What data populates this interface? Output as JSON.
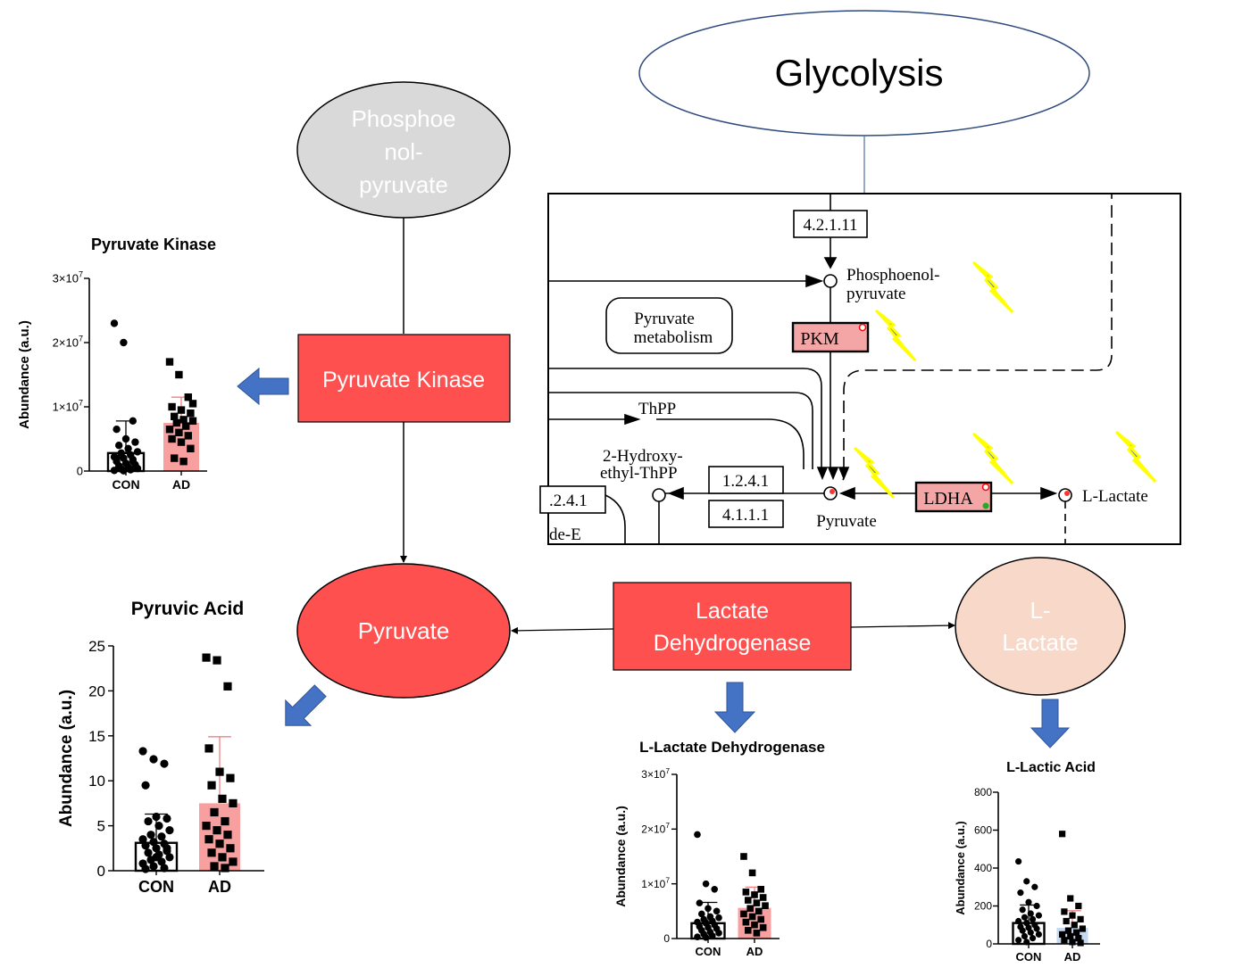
{
  "title": "Glycolysis",
  "nodes": {
    "pep": "Phosphoe\nnol-\npyruvate",
    "pyruvate_kinase": "Pyruvate Kinase",
    "pyruvate": "Pyruvate",
    "ldh": "Lactate\nDehydrogenase",
    "lactate": "L-\nLactate"
  },
  "kegg": {
    "ec_4_2_1_11": "4.2.1.11",
    "pep_label_1": "Phosphoenol-",
    "pep_label_2": "pyruvate",
    "pkm": "PKM",
    "pyruvate_metabolism_1": "Pyruvate",
    "pyruvate_metabolism_2": "metabolism",
    "thpp": "ThPP",
    "hydroxy_1": "2-Hydroxy-",
    "hydroxy_2": "ethyl-ThPP",
    "ec_1_2_4_1": "1.2.4.1",
    "ec_1_2_4_1_cut": ".2.4.1",
    "ec_4_1_1_1": "4.1.1.1",
    "pyruvate": "Pyruvate",
    "ldha": "LDHA",
    "l_lactate": "L-Lactate",
    "de_e": "de-E"
  },
  "colors": {
    "enzyme_red": "#ff5050",
    "pep_gray": "#d9d9d9",
    "lactate_peach": "#f8d8c8",
    "arrow_blue": "#4472c4",
    "kegg_pink": "#f4a6a6",
    "bolt_yellow": "#ffff00",
    "bolt_blue": "#4472c4",
    "ad_bar": "#f8a0a0",
    "lactic_ad_bar": "#c5daf0"
  },
  "chart_data": [
    {
      "id": "pk",
      "type": "bar",
      "title": "Pyruvate Kinase",
      "ylabel": "Abundance (a.u.)",
      "categories": [
        "CON",
        "AD"
      ],
      "values": [
        2800000,
        7500000
      ],
      "errors": [
        5000000,
        4000000
      ],
      "ylim": [
        0,
        30000000
      ],
      "yticks": [
        0,
        10000000,
        20000000,
        30000000
      ],
      "ytick_labels": [
        "0",
        "1×10",
        "2×10",
        "3×10"
      ],
      "ytick_exponents": [
        "",
        "7",
        "7",
        "7"
      ],
      "points": {
        "CON": [
          23000000,
          20000000,
          7800000,
          6500000,
          5000000,
          4500000,
          4000000,
          3500000,
          3000000,
          2800000,
          2500000,
          2200000,
          2000000,
          1800000,
          1500000,
          1200000,
          1000000,
          800000,
          600000,
          400000,
          300000,
          200000,
          100000,
          50000,
          1500000,
          2000000
        ],
        "AD": [
          17000000,
          15000000,
          11500000,
          10000000,
          9500000,
          9000000,
          8500000,
          8000000,
          7800000,
          7500000,
          7000000,
          6500000,
          6000000,
          5500000,
          5000000,
          4500000,
          3500000,
          2000000,
          1500000,
          10500000
        ]
      }
    },
    {
      "id": "pa",
      "type": "bar",
      "title": "Pyruvic Acid",
      "ylabel": "Abundance (a.u.)",
      "categories": [
        "CON",
        "AD"
      ],
      "values": [
        3.1,
        7.5
      ],
      "errors": [
        3.2,
        7.4
      ],
      "ylim": [
        0,
        25
      ],
      "yticks": [
        0,
        5,
        10,
        15,
        20,
        25
      ],
      "ytick_labels": [
        "0",
        "5",
        "10",
        "15",
        "20",
        "25"
      ],
      "ytick_exponents": [
        "",
        "",
        "",
        "",
        "",
        ""
      ],
      "points": {
        "CON": [
          13.3,
          12.4,
          11.9,
          9.5,
          6,
          5.8,
          5.5,
          5,
          4.5,
          4,
          3.8,
          3.5,
          3.2,
          3,
          2.8,
          2.5,
          2.2,
          2,
          1.8,
          1.5,
          1.2,
          1,
          0.8,
          0.5,
          0.3,
          0.2,
          1.5,
          2.5
        ],
        "AD": [
          23.7,
          23.4,
          20.5,
          13.6,
          11,
          10.3,
          9.5,
          8,
          7.5,
          6.5,
          5.5,
          5,
          4.5,
          4,
          3.5,
          3,
          2.5,
          2,
          1.5,
          1,
          0.5,
          0.3
        ]
      }
    },
    {
      "id": "ldh",
      "type": "bar",
      "title": "L-Lactate Dehydrogenase",
      "ylabel": "Abundance (a.u.)",
      "categories": [
        "CON",
        "AD"
      ],
      "values": [
        2800000,
        5600000
      ],
      "errors": [
        3800000,
        3800000
      ],
      "ylim": [
        0,
        30000000
      ],
      "yticks": [
        0,
        10000000,
        20000000,
        30000000
      ],
      "ytick_labels": [
        "0",
        "1×10",
        "2×10",
        "3×10"
      ],
      "ytick_exponents": [
        "",
        "7",
        "7",
        "7"
      ],
      "points": {
        "CON": [
          19000000,
          10000000,
          9000000,
          6500000,
          5500000,
          5000000,
          4500000,
          4000000,
          3800000,
          3500000,
          3200000,
          3000000,
          2800000,
          2500000,
          2200000,
          2000000,
          1800000,
          1500000,
          1200000,
          1000000,
          800000,
          500000,
          300000,
          200000
        ],
        "AD": [
          15000000,
          12000000,
          9000000,
          8500000,
          8000000,
          7500000,
          7000000,
          6500000,
          6000000,
          5500000,
          5000000,
          4500000,
          4000000,
          3500000,
          3000000,
          2500000,
          2000000,
          1500000,
          1000000
        ]
      }
    },
    {
      "id": "la",
      "type": "bar",
      "title": "L-Lactic Acid",
      "ylabel": "Abundance (a.u.)",
      "categories": [
        "CON",
        "AD"
      ],
      "values": [
        110,
        85
      ],
      "errors": [
        95,
        90
      ],
      "ylim": [
        0,
        800
      ],
      "yticks": [
        0,
        200,
        400,
        600,
        800
      ],
      "ytick_labels": [
        "0",
        "200",
        "400",
        "600",
        "800"
      ],
      "ytick_exponents": [
        "",
        "",
        "",
        "",
        ""
      ],
      "points": {
        "CON": [
          435,
          330,
          300,
          270,
          220,
          200,
          180,
          160,
          150,
          140,
          130,
          120,
          110,
          100,
          90,
          85,
          80,
          70,
          60,
          50,
          40,
          30,
          20,
          10
        ],
        "AD": [
          580,
          240,
          200,
          170,
          150,
          130,
          120,
          100,
          80,
          70,
          60,
          50,
          40,
          30,
          20,
          10,
          5
        ]
      }
    }
  ]
}
